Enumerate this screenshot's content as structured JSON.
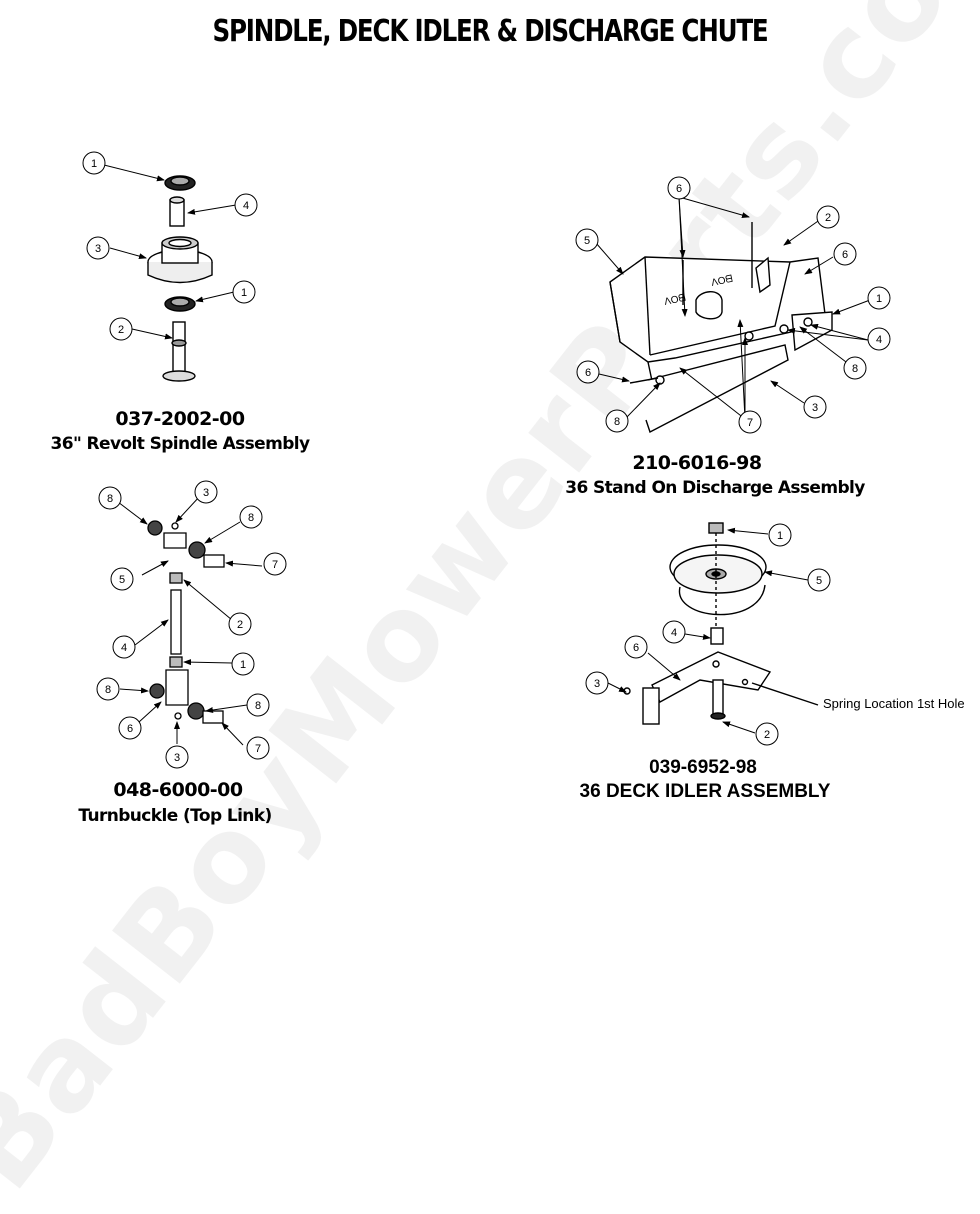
{
  "title": "SPINDLE, DECK IDLER & DISCHARGE CHUTE",
  "watermark": "BadBoyMowerParts.com",
  "assemblies": {
    "spindle": {
      "part_no": "037-2002-00",
      "name": "36\" Revolt Spindle Assembly",
      "callouts": [
        "1",
        "4",
        "3",
        "1",
        "2"
      ]
    },
    "discharge": {
      "part_no": "210-6016-98",
      "name": "36 Stand On Discharge Assembly",
      "callouts": [
        "6",
        "2",
        "5",
        "6",
        "1",
        "4",
        "8",
        "6",
        "8",
        "7",
        "3"
      ]
    },
    "turnbuckle": {
      "part_no": "048-6000-00",
      "name": "Turnbuckle (Top Link)",
      "callouts": [
        "8",
        "3",
        "8",
        "5",
        "7",
        "2",
        "4",
        "1",
        "8",
        "8",
        "6",
        "3",
        "7"
      ]
    },
    "idler": {
      "part_no": "039-6952-98",
      "name": "36 DECK IDLER ASSEMBLY",
      "callouts": [
        "1",
        "5",
        "4",
        "6",
        "3",
        "2"
      ],
      "spring_label": "Spring Location 1st Hole"
    }
  }
}
